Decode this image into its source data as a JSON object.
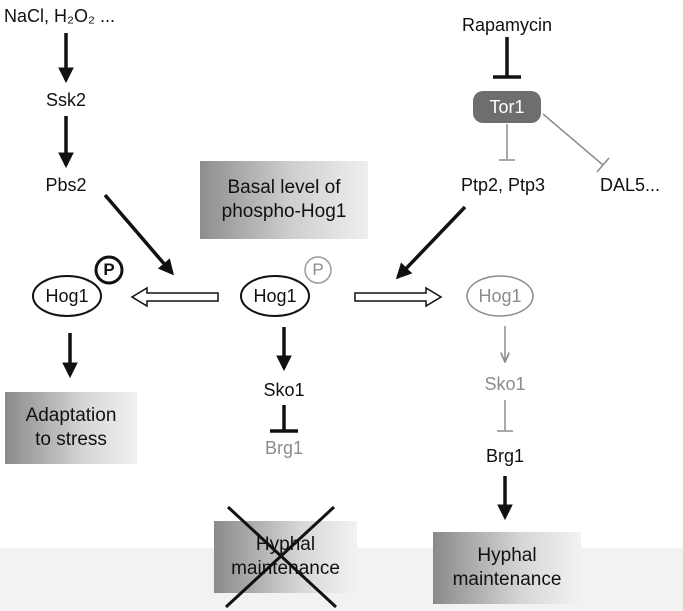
{
  "colors": {
    "black": "#111111",
    "grey": "#8c8c8c",
    "tor1_box": "#6e6e6e",
    "box_gradient_dark": "#8a8a8a",
    "box_gradient_light": "#f2f2f2"
  },
  "left_pathway": {
    "stress": "NaCl, H₂O₂ ...",
    "ssk2": "Ssk2",
    "pbs2": "Pbs2",
    "hog1": "Hog1",
    "phospho": "P",
    "outcome": [
      "Adaptation",
      "to stress"
    ]
  },
  "center_pathway": {
    "basal": [
      "Basal level of",
      "phospho-Hog1"
    ],
    "hog1": "Hog1",
    "phospho": "P",
    "sko1": "Sko1",
    "brg1": "Brg1",
    "outcome": [
      "Hyphal",
      "maintenance"
    ]
  },
  "right_pathway": {
    "rapamycin": "Rapamycin",
    "tor1": "Tor1",
    "ptp": "Ptp2, Ptp3",
    "dal5": "DAL5...",
    "hog1": "Hog1",
    "sko1": "Sko1",
    "brg1": "Brg1",
    "outcome": [
      "Hyphal",
      "maintenance"
    ]
  }
}
